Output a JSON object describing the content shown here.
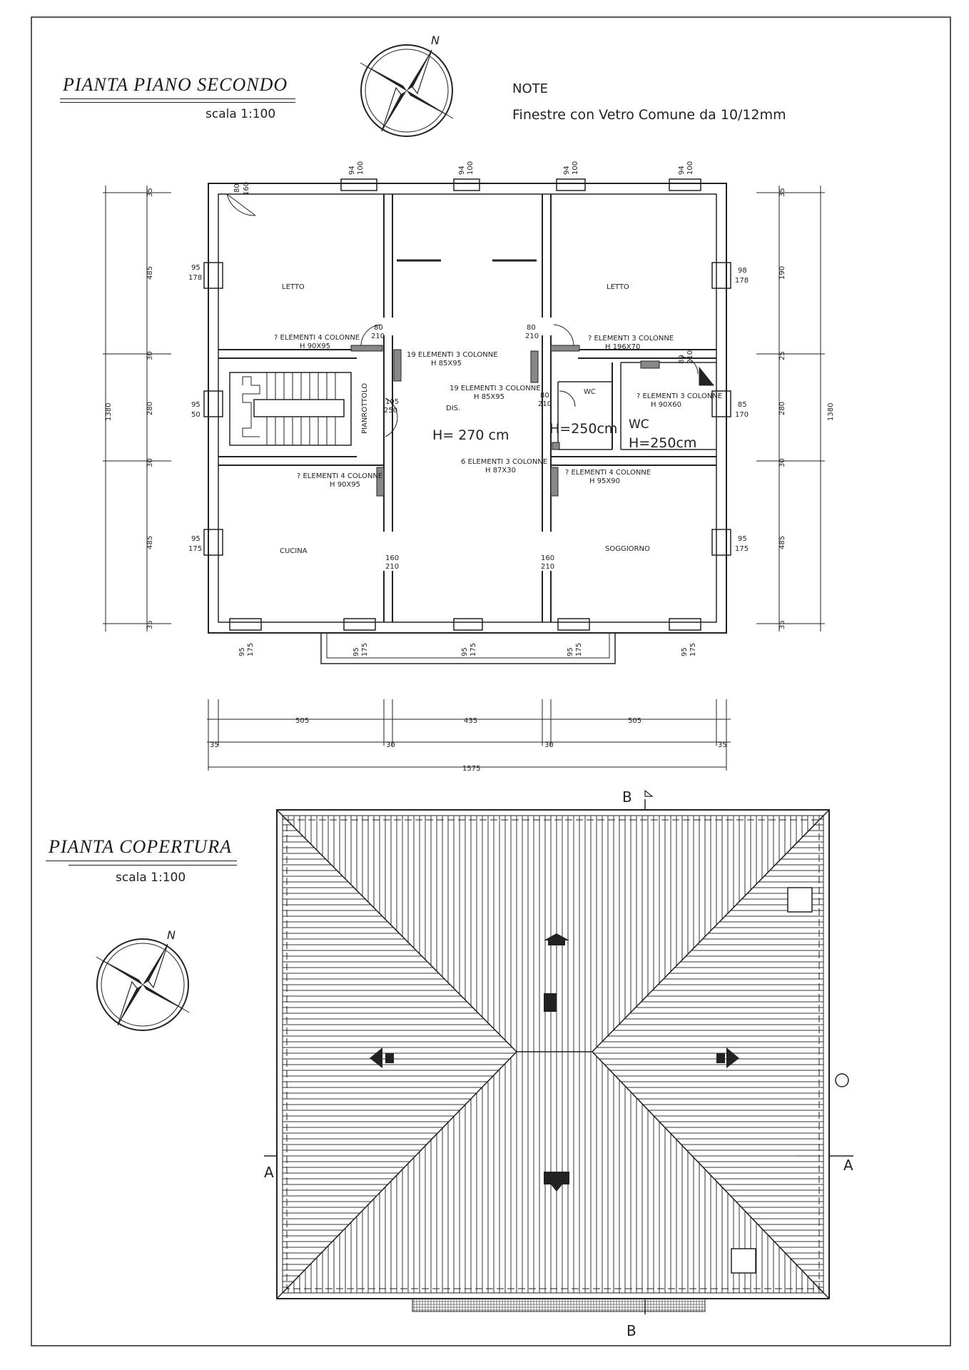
{
  "plan": {
    "title": "PIANTA PIANO SECONDO",
    "scale": "scala 1:100",
    "north": "N",
    "note_title": "NOTE",
    "note_text": "Finestre con Vetro Comune da 10/12mm",
    "rooms": {
      "letto_left": "LETTO",
      "letto_right": "LETTO",
      "wc_1": "WC",
      "wc_2": "WC",
      "dis": "DIS.",
      "pianerottolo": "PIANROTTOLO",
      "cucina": "CUCINA",
      "soggiorno": "SOGGIORNO"
    },
    "heights": {
      "main": "H= 270 cm",
      "wc_1": "H=250cm",
      "wc_2": "H=250cm"
    },
    "radiators": {
      "r1_a": "? ELEMENTI 4 COLONNE",
      "r1_b": "H 90X95",
      "r2_a": "19 ELEMENTI 3 COLONNE",
      "r2_b": "H 85X95",
      "r3_a": "19 ELEMENTI 3 COLONNE",
      "r3_b": "H 85X95",
      "r4_a": "? ELEMENTI 3 COLONNE",
      "r4_b": "H 196X70",
      "r5_a": "? ELEMENTI 3 COLONNE",
      "r5_b": "H 90X60",
      "r6_a": "? ELEMENTI 4 COLONNE",
      "r6_b": "H 90X95",
      "r7_a": "6 ELEMENTI 3 COLONNE",
      "r7_b": "H 87X30",
      "r8_a": "? ELEMENTI 4 COLONNE",
      "r8_b": "H 95X90"
    },
    "openings": {
      "d_tl_a": "80",
      "d_tl_b": "160",
      "d_lc_a": "80",
      "d_lc_b": "210",
      "d_rc_a": "80",
      "d_rc_b": "210",
      "d_wc_a": "80",
      "d_wc_b": "210",
      "d_wc2_a": "80",
      "d_wc2_b": "210",
      "d_st_a": "105",
      "d_st_b": "250",
      "d_cu_a": "160",
      "d_cu_b": "210",
      "d_so_a": "160",
      "d_so_b": "210",
      "w_l1_a": "95",
      "w_l1_b": "178",
      "w_l2_a": "95",
      "w_l2_b": "50",
      "w_l3_a": "95",
      "w_l3_b": "175",
      "w_r1_a": "98",
      "w_r1_b": "178",
      "w_r2_a": "85",
      "w_r2_b": "170",
      "w_r3_a": "95",
      "w_r3_b": "175",
      "w_t1_a": "94",
      "w_t1_b": "100",
      "w_t2_a": "94",
      "w_t2_b": "100",
      "w_t3_a": "94",
      "w_t3_b": "100",
      "w_t4_a": "94",
      "w_t4_b": "100",
      "w_b_a": "95",
      "w_b_b": "175"
    },
    "dims": {
      "h_segments": [
        "35",
        "505",
        "30",
        "435",
        "30",
        "505",
        "35"
      ],
      "h_total": "1575",
      "left_segments": [
        "35",
        "485",
        "30",
        "280",
        "30",
        "485",
        "35"
      ],
      "left_total": "1380",
      "right_segments": [
        "35",
        "190",
        "25",
        "280",
        "30",
        "485",
        "35"
      ],
      "right_total": "1380"
    }
  },
  "roof": {
    "title": "PIANTA COPERTURA",
    "scale": "scala 1:100",
    "north": "N",
    "section_b": "B",
    "section_a": "A"
  }
}
